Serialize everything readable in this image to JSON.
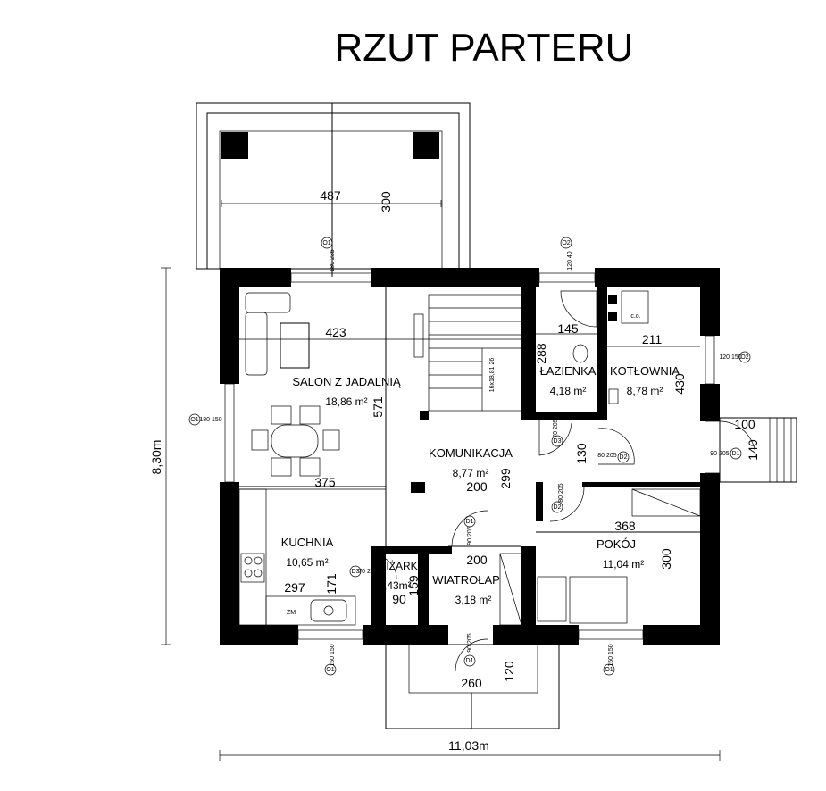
{
  "title": "RZUT PARTERU",
  "rooms": {
    "salon": {
      "name": "SALON Z JADALNIĄ",
      "area": "18,86 m²"
    },
    "komunikacja": {
      "name": "KOMUNIKACJA",
      "area": "8,77 m²"
    },
    "lazienka": {
      "name": "ŁAZIENKA",
      "area": "4,18 m²"
    },
    "kotlownia": {
      "name": "KOTŁOWNIA",
      "area": "8,78 m²"
    },
    "kuchnia": {
      "name": "KUCHNIA",
      "area": "10,65 m²"
    },
    "spizarka": {
      "name": "SPIŻARKA",
      "area": "1,43m²"
    },
    "wiatrolap": {
      "name": "WIATROŁAP",
      "area": "3,18 m²"
    },
    "pokoj": {
      "name": "POKÓJ",
      "area": "11,04 m²"
    }
  },
  "dimensions": {
    "terrace_w": "487",
    "terrace_d": "300",
    "salon_w": "423",
    "salon_h": "571",
    "lazienka_w": "145",
    "lazienka_h": "288",
    "kotlownia_w": "211",
    "kotlownia_h": "430",
    "kuchnia_w": "375",
    "kuchnia_w2": "297",
    "kuchnia_h": "171",
    "kom_w": "200",
    "kom_h": "299",
    "wiatrolap_w": "200",
    "wiatrolap_h": "159",
    "spizarka_w": "90",
    "pokoj_w": "368",
    "pokoj_h": "300",
    "entry_w": "260",
    "entry_d": "120",
    "side_w": "100",
    "side_d": "140",
    "hall_gap": "130",
    "total_width": "11,03m",
    "total_height": "8,30m",
    "stairs": "16x18,81 26"
  },
  "openings": {
    "o1_left": {
      "tag": "O1",
      "size": "180 150"
    },
    "o1_top": {
      "tag": "O1",
      "size": "180 235"
    },
    "o2_top": {
      "tag": "O2",
      "size": "120 40"
    },
    "o2_right": {
      "tag": "O2",
      "size": "120 150"
    },
    "o1_bottom_left": {
      "tag": "O1",
      "size": "150 150"
    },
    "o1_bottom_right": {
      "tag": "O1",
      "size": "150 150"
    },
    "d1_side": {
      "tag": "D1",
      "size": "90 205"
    },
    "d1_entry": {
      "tag": "D1",
      "size": "90 205"
    },
    "d1_front": {
      "tag": "D1",
      "size": "90 205"
    },
    "d2_kotl": {
      "tag": "D2",
      "size": "80 205"
    },
    "d2_pokoj": {
      "tag": "D2",
      "size": "80 205"
    },
    "d3_laz": {
      "tag": "D3",
      "size": "70 205"
    },
    "d3_spiz": {
      "tag": "D3",
      "size": "70 205"
    }
  },
  "fixtures": {
    "boiler": "c.o.",
    "fridge": "ZM"
  }
}
